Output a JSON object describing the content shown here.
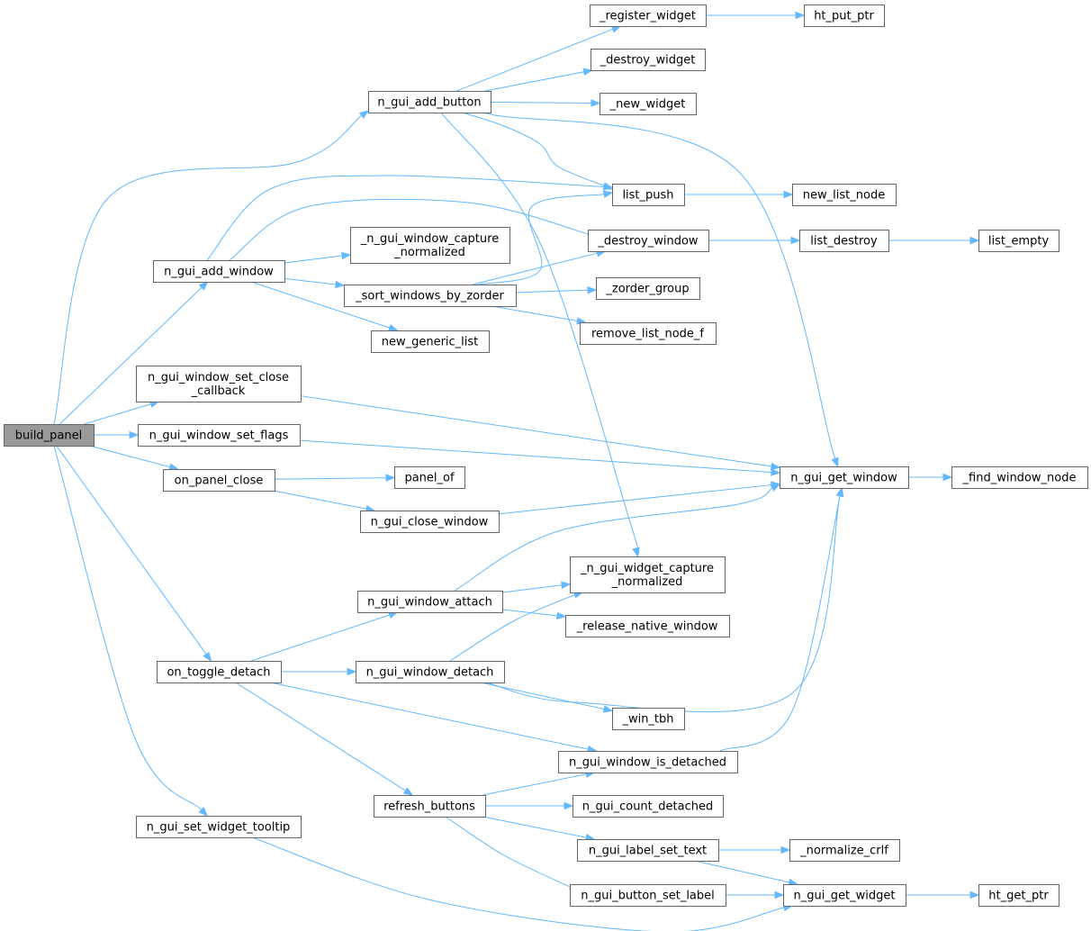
{
  "diagram": {
    "root": "build_panel",
    "nodes": [
      {
        "id": "build_panel",
        "lines": [
          "build_panel"
        ],
        "root": true
      },
      {
        "id": "n_gui_add_button",
        "lines": [
          "n_gui_add_button"
        ]
      },
      {
        "id": "n_gui_add_window",
        "lines": [
          "n_gui_add_window"
        ]
      },
      {
        "id": "n_gui_window_set_close_callback",
        "lines": [
          "n_gui_window_set_close",
          "_callback"
        ]
      },
      {
        "id": "n_gui_window_set_flags",
        "lines": [
          "n_gui_window_set_flags"
        ]
      },
      {
        "id": "on_panel_close",
        "lines": [
          "on_panel_close"
        ]
      },
      {
        "id": "on_toggle_detach",
        "lines": [
          "on_toggle_detach"
        ]
      },
      {
        "id": "n_gui_set_widget_tooltip",
        "lines": [
          "n_gui_set_widget_tooltip"
        ]
      },
      {
        "id": "_n_gui_window_capture_normalized",
        "lines": [
          "_n_gui_window_capture",
          "_normalized"
        ]
      },
      {
        "id": "_sort_windows_by_zorder",
        "lines": [
          "_sort_windows_by_zorder"
        ]
      },
      {
        "id": "new_generic_list",
        "lines": [
          "new_generic_list"
        ]
      },
      {
        "id": "n_gui_close_window",
        "lines": [
          "n_gui_close_window"
        ]
      },
      {
        "id": "n_gui_window_attach",
        "lines": [
          "n_gui_window_attach"
        ]
      },
      {
        "id": "n_gui_window_detach",
        "lines": [
          "n_gui_window_detach"
        ]
      },
      {
        "id": "refresh_buttons",
        "lines": [
          "refresh_buttons"
        ]
      },
      {
        "id": "_register_widget",
        "lines": [
          "_register_widget"
        ]
      },
      {
        "id": "_destroy_widget",
        "lines": [
          "_destroy_widget"
        ]
      },
      {
        "id": "_new_widget",
        "lines": [
          "_new_widget"
        ]
      },
      {
        "id": "list_push",
        "lines": [
          "list_push"
        ]
      },
      {
        "id": "_destroy_window",
        "lines": [
          "_destroy_window"
        ]
      },
      {
        "id": "_zorder_group",
        "lines": [
          "_zorder_group"
        ]
      },
      {
        "id": "remove_list_node_f",
        "lines": [
          "remove_list_node_f"
        ]
      },
      {
        "id": "panel_of",
        "lines": [
          "panel_of"
        ]
      },
      {
        "id": "_n_gui_widget_capture_normalized",
        "lines": [
          "_n_gui_widget_capture",
          "_normalized"
        ]
      },
      {
        "id": "_release_native_window",
        "lines": [
          "_release_native_window"
        ]
      },
      {
        "id": "_win_tbh",
        "lines": [
          "_win_tbh"
        ]
      },
      {
        "id": "n_gui_window_is_detached",
        "lines": [
          "n_gui_window_is_detached"
        ]
      },
      {
        "id": "n_gui_count_detached",
        "lines": [
          "n_gui_count_detached"
        ]
      },
      {
        "id": "n_gui_label_set_text",
        "lines": [
          "n_gui_label_set_text"
        ]
      },
      {
        "id": "n_gui_button_set_label",
        "lines": [
          "n_gui_button_set_label"
        ]
      },
      {
        "id": "ht_put_ptr",
        "lines": [
          "ht_put_ptr"
        ]
      },
      {
        "id": "new_list_node",
        "lines": [
          "new_list_node"
        ]
      },
      {
        "id": "list_destroy",
        "lines": [
          "list_destroy"
        ]
      },
      {
        "id": "n_gui_get_window",
        "lines": [
          "n_gui_get_window"
        ]
      },
      {
        "id": "_normalize_crlf",
        "lines": [
          "_normalize_crlf"
        ]
      },
      {
        "id": "n_gui_get_widget",
        "lines": [
          "n_gui_get_widget"
        ]
      },
      {
        "id": "list_empty",
        "lines": [
          "list_empty"
        ]
      },
      {
        "id": "_find_window_node",
        "lines": [
          "_find_window_node"
        ]
      },
      {
        "id": "ht_get_ptr",
        "lines": [
          "ht_get_ptr"
        ]
      }
    ],
    "edges": [
      [
        "build_panel",
        "n_gui_add_button"
      ],
      [
        "build_panel",
        "n_gui_add_window"
      ],
      [
        "build_panel",
        "n_gui_window_set_close_callback"
      ],
      [
        "build_panel",
        "n_gui_window_set_flags"
      ],
      [
        "build_panel",
        "on_panel_close"
      ],
      [
        "build_panel",
        "on_toggle_detach"
      ],
      [
        "build_panel",
        "n_gui_set_widget_tooltip"
      ],
      [
        "n_gui_add_button",
        "_register_widget"
      ],
      [
        "n_gui_add_button",
        "_destroy_widget"
      ],
      [
        "n_gui_add_button",
        "_new_widget"
      ],
      [
        "n_gui_add_button",
        "list_push"
      ],
      [
        "n_gui_add_button",
        "n_gui_get_window"
      ],
      [
        "n_gui_add_button",
        "_n_gui_widget_capture_normalized"
      ],
      [
        "_register_widget",
        "ht_put_ptr"
      ],
      [
        "list_push",
        "new_list_node"
      ],
      [
        "n_gui_add_window",
        "list_push"
      ],
      [
        "n_gui_add_window",
        "_destroy_window"
      ],
      [
        "n_gui_add_window",
        "_n_gui_window_capture_normalized"
      ],
      [
        "n_gui_add_window",
        "_sort_windows_by_zorder"
      ],
      [
        "n_gui_add_window",
        "new_generic_list"
      ],
      [
        "_destroy_window",
        "list_destroy"
      ],
      [
        "list_destroy",
        "list_empty"
      ],
      [
        "_sort_windows_by_zorder",
        "list_push"
      ],
      [
        "_sort_windows_by_zorder",
        "_destroy_window"
      ],
      [
        "_sort_windows_by_zorder",
        "_zorder_group"
      ],
      [
        "_sort_windows_by_zorder",
        "remove_list_node_f"
      ],
      [
        "n_gui_window_set_close_callback",
        "n_gui_get_window"
      ],
      [
        "n_gui_window_set_flags",
        "n_gui_get_window"
      ],
      [
        "on_panel_close",
        "panel_of"
      ],
      [
        "on_panel_close",
        "n_gui_close_window"
      ],
      [
        "n_gui_close_window",
        "n_gui_get_window"
      ],
      [
        "n_gui_get_window",
        "_find_window_node"
      ],
      [
        "on_toggle_detach",
        "n_gui_window_attach"
      ],
      [
        "on_toggle_detach",
        "n_gui_window_detach"
      ],
      [
        "on_toggle_detach",
        "n_gui_window_is_detached"
      ],
      [
        "on_toggle_detach",
        "refresh_buttons"
      ],
      [
        "n_gui_window_attach",
        "n_gui_get_window"
      ],
      [
        "n_gui_window_attach",
        "_n_gui_widget_capture_normalized"
      ],
      [
        "n_gui_window_attach",
        "_release_native_window"
      ],
      [
        "n_gui_window_detach",
        "_n_gui_widget_capture_normalized"
      ],
      [
        "n_gui_window_detach",
        "n_gui_get_window"
      ],
      [
        "n_gui_window_detach",
        "_win_tbh"
      ],
      [
        "n_gui_window_is_detached",
        "n_gui_get_window"
      ],
      [
        "refresh_buttons",
        "n_gui_window_is_detached"
      ],
      [
        "refresh_buttons",
        "n_gui_count_detached"
      ],
      [
        "refresh_buttons",
        "n_gui_label_set_text"
      ],
      [
        "refresh_buttons",
        "n_gui_button_set_label"
      ],
      [
        "n_gui_label_set_text",
        "_normalize_crlf"
      ],
      [
        "n_gui_label_set_text",
        "n_gui_get_widget"
      ],
      [
        "n_gui_button_set_label",
        "n_gui_get_widget"
      ],
      [
        "n_gui_set_widget_tooltip",
        "n_gui_get_widget"
      ],
      [
        "n_gui_get_widget",
        "ht_get_ptr"
      ]
    ]
  }
}
